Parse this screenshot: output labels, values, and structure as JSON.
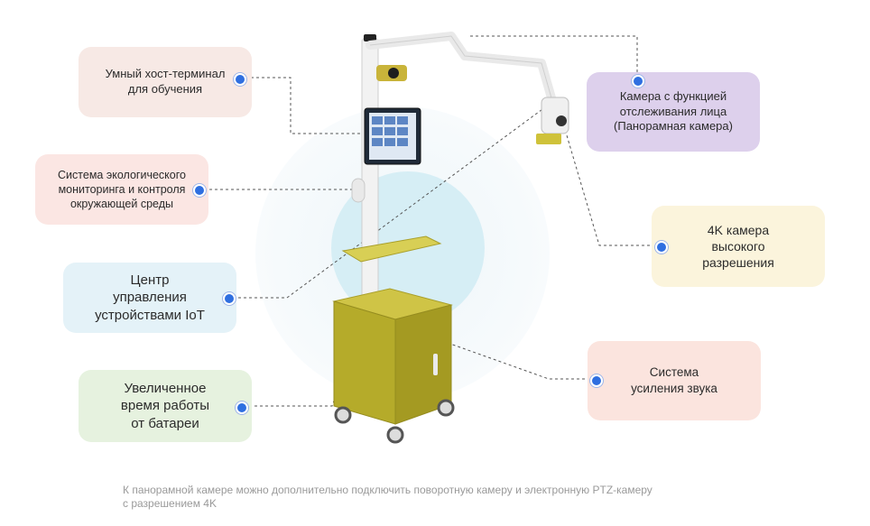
{
  "colors": {
    "card_pink": "#f7e9e5",
    "card_rose": "#fbe6e3",
    "card_blue": "#e4f2f8",
    "card_green": "#e6f2df",
    "card_purple": "#ddd0ec",
    "card_yellow": "#fbf4dc",
    "card_peach": "#fbe4de",
    "accent_dot": "#2f6fe0",
    "cabinet": "#b5ab2a"
  },
  "callouts": {
    "host_terminal": "Умный хост-терминал\nдля обучения",
    "eco_monitoring": "Система экологического\nмониторинга и контроля\nокружающей среды",
    "iot_center": "Центр\nуправления\nустройствами IoT",
    "battery": "Увеличенное\nвремя работы\nот батареи",
    "face_camera": "Камера с функцией\nотслеживания лица\n(Панорамная камера)",
    "camera_4k": "4K камера\nвысокого\nразрешения",
    "sound_system": "Система\nусиления звука"
  },
  "footnote": "К панорамной камере можно дополнительно подключить поворотную камеру и электронную PTZ-камеру\nс разрешением 4K",
  "icons": {
    "connector": "dot-icon"
  }
}
